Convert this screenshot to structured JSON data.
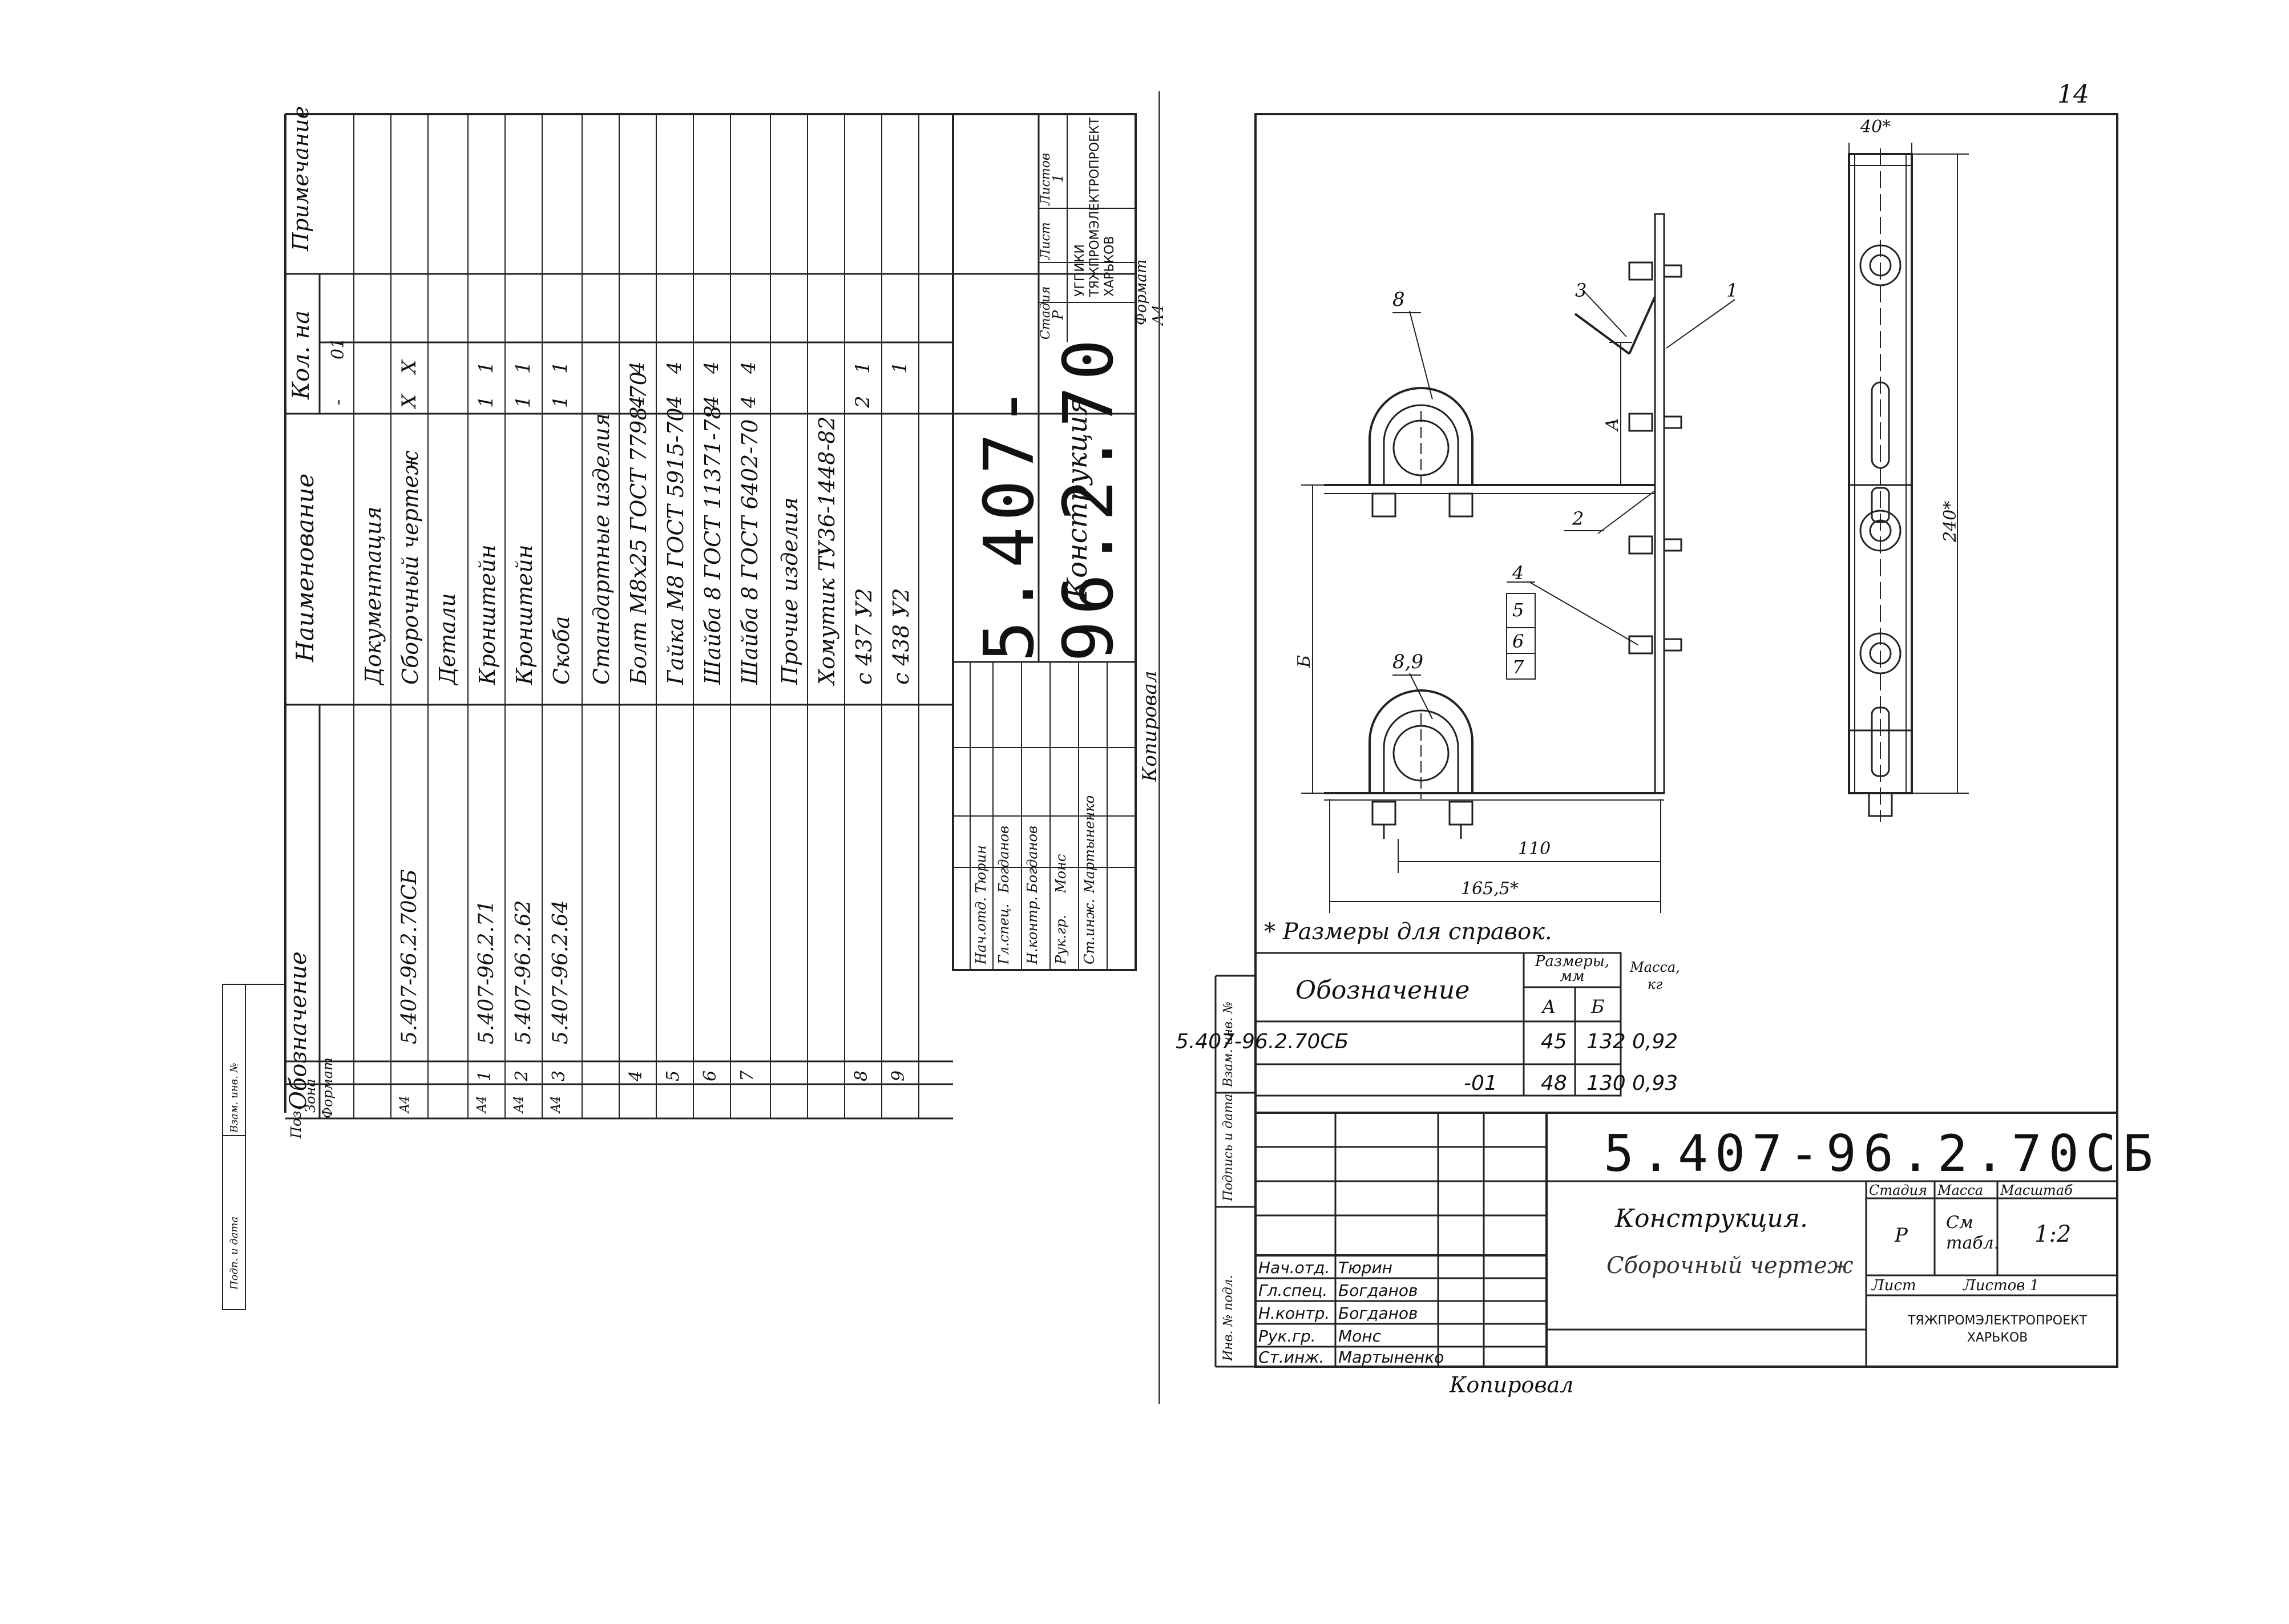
{
  "sheet_number": "14",
  "spec": {
    "column_headers": {
      "format": "Формат",
      "zone": "Зона",
      "position": "Поз.",
      "designation": "Обозначение",
      "name": "Наименование",
      "qty": "Кол. на",
      "qty_sub_0": "-",
      "qty_sub_1": "01",
      "note": "Примечание"
    },
    "rows": [
      {
        "format": "",
        "pos": "",
        "designation": "",
        "name": "Документация",
        "q0": "",
        "q1": ""
      },
      {
        "format": "A4",
        "pos": "",
        "designation": "5.407-96.2.70СБ",
        "name": "Сборочный чертеж",
        "q0": "X",
        "q1": "X"
      },
      {
        "format": "",
        "pos": "",
        "designation": "",
        "name": "Детали",
        "q0": "",
        "q1": ""
      },
      {
        "format": "A4",
        "pos": "1",
        "designation": "5.407-96.2.71",
        "name": "Кронштейн",
        "q0": "1",
        "q1": "1"
      },
      {
        "format": "A4",
        "pos": "2",
        "designation": "5.407-96.2.62",
        "name": "Кронштейн",
        "q0": "1",
        "q1": "1"
      },
      {
        "format": "A4",
        "pos": "3",
        "designation": "5.407-96.2.64",
        "name": "Скоба",
        "q0": "1",
        "q1": "1"
      },
      {
        "format": "",
        "pos": "",
        "designation": "",
        "name": "Стандартные изделия",
        "q0": "",
        "q1": ""
      },
      {
        "format": "",
        "pos": "4",
        "designation": "",
        "name": "Болт М8х25 ГОСТ 7798-70",
        "q0": "4",
        "q1": "4"
      },
      {
        "format": "",
        "pos": "5",
        "designation": "",
        "name": "Гайка М8 ГОСТ 5915-70",
        "q0": "4",
        "q1": "4"
      },
      {
        "format": "",
        "pos": "6",
        "designation": "",
        "name": "Шайба 8 ГОСТ 11371-78",
        "q0": "4",
        "q1": "4"
      },
      {
        "format": "",
        "pos": "7",
        "designation": "",
        "name": "Шайба 8 ГОСТ 6402-70",
        "q0": "4",
        "q1": "4"
      },
      {
        "format": "",
        "pos": "",
        "designation": "",
        "name": "Прочие изделия",
        "q0": "",
        "q1": ""
      },
      {
        "format": "",
        "pos": "",
        "designation": "",
        "name": "Хомутик ТУ36-1448-82",
        "q0": "",
        "q1": ""
      },
      {
        "format": "",
        "pos": "8",
        "designation": "",
        "name": "с 437 У2",
        "q0": "2",
        "q1": "1"
      },
      {
        "format": "",
        "pos": "9",
        "designation": "",
        "name": "с 438 У2",
        "q0": "",
        "q1": "1"
      }
    ],
    "title_block": {
      "doc_code": "5.407-96.2.70",
      "title": "Конструкция",
      "stage_label": "Стадия",
      "sheet_label": "Лист",
      "sheets_label": "Листов",
      "stage": "Р",
      "sheets": "1",
      "org": "УГПИКИ ТЯЖПРОМЭЛЕКТРОПРОЕКТ ХАРЬКОВ",
      "format_note": "Формат А4",
      "copied": "Копировал",
      "roles": [
        "Нач.отд.",
        "Гл.спец.",
        "Н.контр.",
        "Рук.гр.",
        "Ст.инж."
      ],
      "names": [
        "Тюрин",
        "Богданов",
        "Богданов",
        "Монс",
        "Мартыненко"
      ]
    },
    "side_labels": [
      "Подп. и дата",
      "Взам. инв. №"
    ]
  },
  "drawing": {
    "callouts": [
      "8",
      "8,9",
      "3",
      "1",
      "2",
      "4",
      "5",
      "6",
      "7"
    ],
    "dim_labels": {
      "A": "А",
      "B": "Б",
      "d110": "110",
      "d165": "165,5*",
      "d40": "40*",
      "d240": "240*"
    },
    "note": "* Размеры для справок.",
    "table": {
      "header_designation": "Обозначение",
      "header_sizes": "Размеры, мм",
      "header_A": "А",
      "header_B": "Б",
      "header_mass": "Масса, кг",
      "rows": [
        {
          "designation": "5.407-96.2.70СБ",
          "a": "45",
          "b": "132",
          "mass": "0,92"
        },
        {
          "designation": "-01",
          "a": "48",
          "b": "130",
          "mass": "0,93"
        }
      ]
    },
    "title_block": {
      "doc_code": "5.407-96.2.70СБ",
      "title": "Конструкция.",
      "subtitle": "Сборочный чертеж",
      "stage_label": "Стадия",
      "mass_label": "Масса",
      "scale_label": "Масштаб",
      "stage": "Р",
      "mass": "См табл.",
      "scale": "1:2",
      "sheet_label": "Лист",
      "sheets_label": "Листов 1",
      "org": "ТЯЖПРОМЭЛЕКТРОПРОЕКТ ХАРЬКОВ",
      "copied": "Копировал",
      "roles": [
        "Нач.отд.",
        "Гл.спец.",
        "Н.контр.",
        "Рук.гр.",
        "Ст.инж."
      ],
      "names": [
        "Тюрин",
        "Богданов",
        "Богданов",
        "Монс",
        "Мартыненко"
      ],
      "side_labels": [
        "Инв. № подл.",
        "Подпись и дата",
        "Взам. инв. №"
      ]
    }
  }
}
